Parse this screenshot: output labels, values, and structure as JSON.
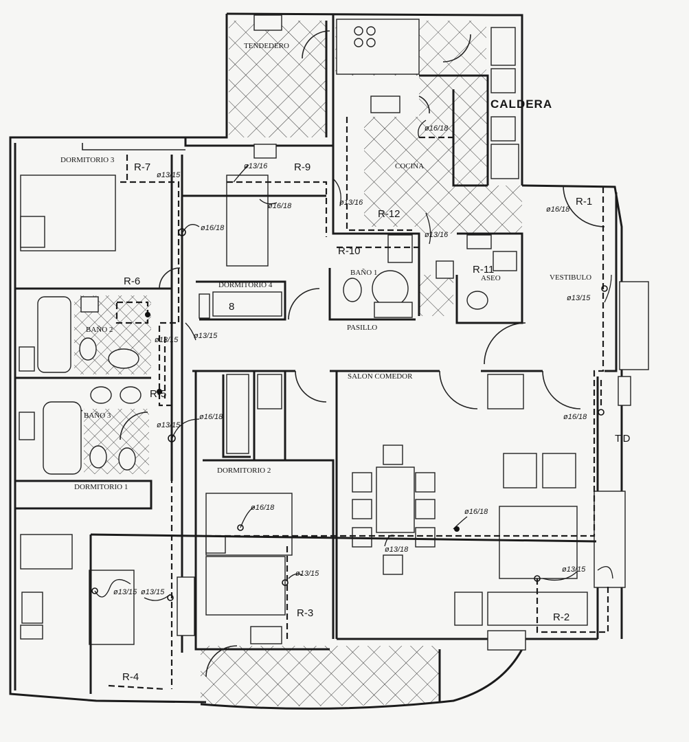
{
  "rooms": {
    "tendedero": "TENDEDERO",
    "caldera": "CALDERA",
    "cocina": "COCINA",
    "dormitorio3": "DORMITORIO 3",
    "dormitorio4": "DORMITORIO 4",
    "bano2": "BAÑO 2",
    "bano3": "BAÑO 3",
    "bano1": "BAÑO 1",
    "aseo": "ASEO",
    "pasillo": "PASILLO",
    "vestibulo": "VESTIBULO",
    "salon": "SALON COMEDOR",
    "dormitorio2": "DORMITORIO 2",
    "dormitorio1": "DORMITORIO 1",
    "td": "T.D"
  },
  "circuits": {
    "r1": "R-1",
    "r2": "R-2",
    "r3": "R-3",
    "r4": "R-4",
    "r5": "R-5",
    "r6": "R-6",
    "r7": "R-7",
    "r8": "8",
    "r9": "R-9",
    "r10": "R-10",
    "r11": "R-11",
    "r12": "R-12"
  },
  "diameters": {
    "d13_15": "ø13/15",
    "d16_18": "ø16/18",
    "d13_16": "ø13/16",
    "d13_18": "ø13/18"
  }
}
